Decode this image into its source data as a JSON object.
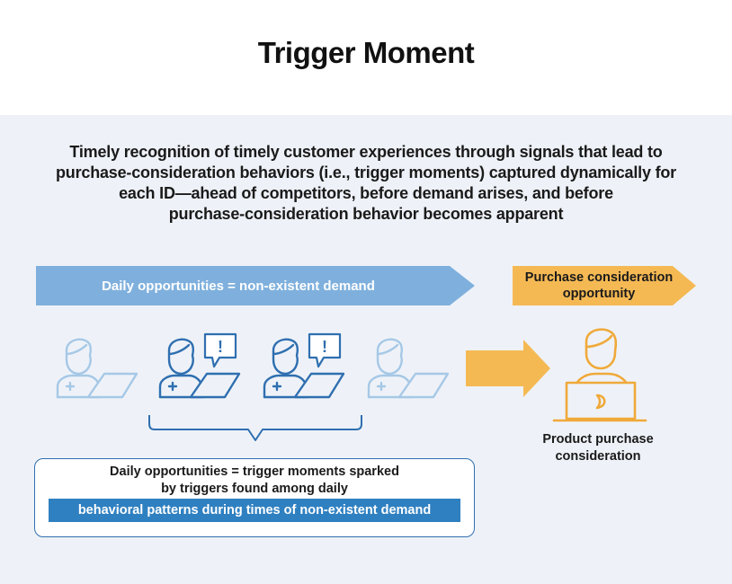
{
  "title": "Trigger Moment",
  "subtitle": {
    "lines": [
      "Timely recognition of timely customer experiences through signals that lead to",
      "purchase-consideration behaviors (i.e., trigger moments) captured dynamically for",
      "each ID—ahead of competitors, before demand arises, and before",
      "purchase-consideration behavior becomes apparent"
    ]
  },
  "blue_arrow": {
    "label": "Daily opportunities = non-existent demand"
  },
  "orange_arrow": {
    "lines": [
      "Purchase consideration",
      "opportunity"
    ]
  },
  "alert_glyph": "!",
  "callout": {
    "lines": [
      "Daily opportunities = trigger moments sparked",
      "by triggers found among daily"
    ],
    "highlight": "behavioral patterns during times of non-existent demand"
  },
  "consideration_label": {
    "lines": [
      "Product purchase",
      "consideration"
    ]
  },
  "colors": {
    "panel_bg": "#eef2f8",
    "blue_arrow": "#7fb0dd",
    "orange_arrow": "#f5b954",
    "person_light": "#a6c8e6",
    "person_dark": "#2f6fb0",
    "person_orange": "#f0a93a",
    "callout_border": "#2f6fb0",
    "highlight_bg": "#2f80c1"
  },
  "icons": [
    "person-laptop-icon",
    "speech-bubble-alert-icon",
    "bracket-icon",
    "right-arrow-icon",
    "person-laptop-monitor-icon"
  ]
}
